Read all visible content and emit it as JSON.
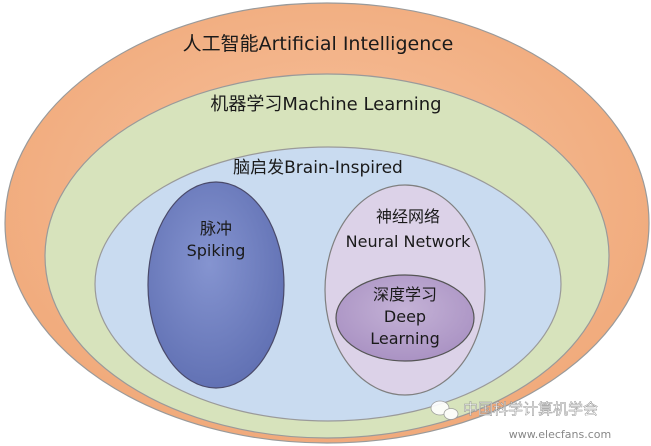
{
  "diagram": {
    "colors": {
      "ai": "#f4b083",
      "ml": "#d7e3bc",
      "brain": "#c6d9f0",
      "spiking": "#6f7ec0",
      "neural": "#d9cfe6",
      "deep": "#b6a1cb",
      "outline": "#8c8c8c"
    },
    "labels": {
      "ai": "人工智能Artificial Intelligence",
      "ml": "机器学习Machine Learning",
      "brain": "脑启发Brain-Inspired",
      "spiking_cn": "脉冲",
      "spiking_en": "Spiking",
      "neural_cn": "神经网络",
      "neural_en": "Neural Network",
      "deep_cn": "深度学习",
      "deep_en1": "Deep",
      "deep_en2": "Learning"
    }
  },
  "watermark": {
    "text": "中国科学计算机学会",
    "url": "www.elecfans.com"
  }
}
